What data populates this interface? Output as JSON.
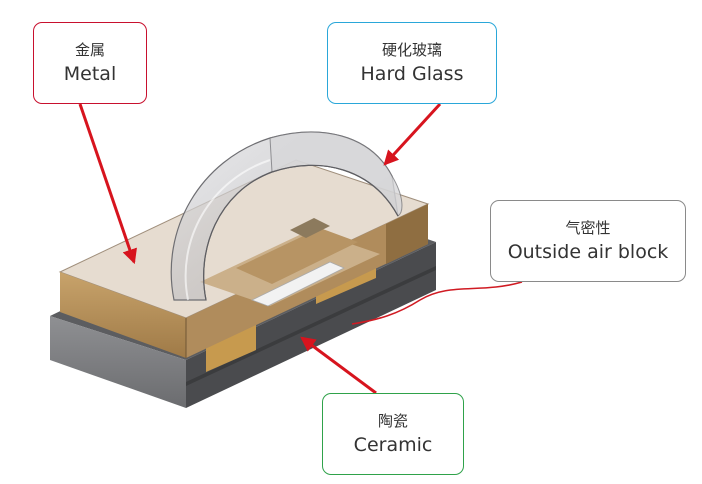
{
  "callouts": {
    "metal": {
      "zh": "金属",
      "en": "Metal",
      "color": "#c8102e"
    },
    "glass": {
      "zh": "硬化玻璃",
      "en": "Hard Glass",
      "color": "#2aa7d9"
    },
    "air": {
      "zh": "气密性",
      "en": "Outside air block",
      "color": "#8a8a8a"
    },
    "ceramic": {
      "zh": "陶瓷",
      "en": "Ceramic",
      "color": "#2fa24a"
    }
  },
  "colors": {
    "arrow_red": "#d7141e",
    "connector_red": "#d01b23",
    "metal_top": "#e6dcd0",
    "metal_side": "#b69466",
    "body_dark": "#56575a",
    "body_mid": "#838487",
    "pad_gold": "#c79a4e",
    "glass": "#c9c9cc"
  }
}
